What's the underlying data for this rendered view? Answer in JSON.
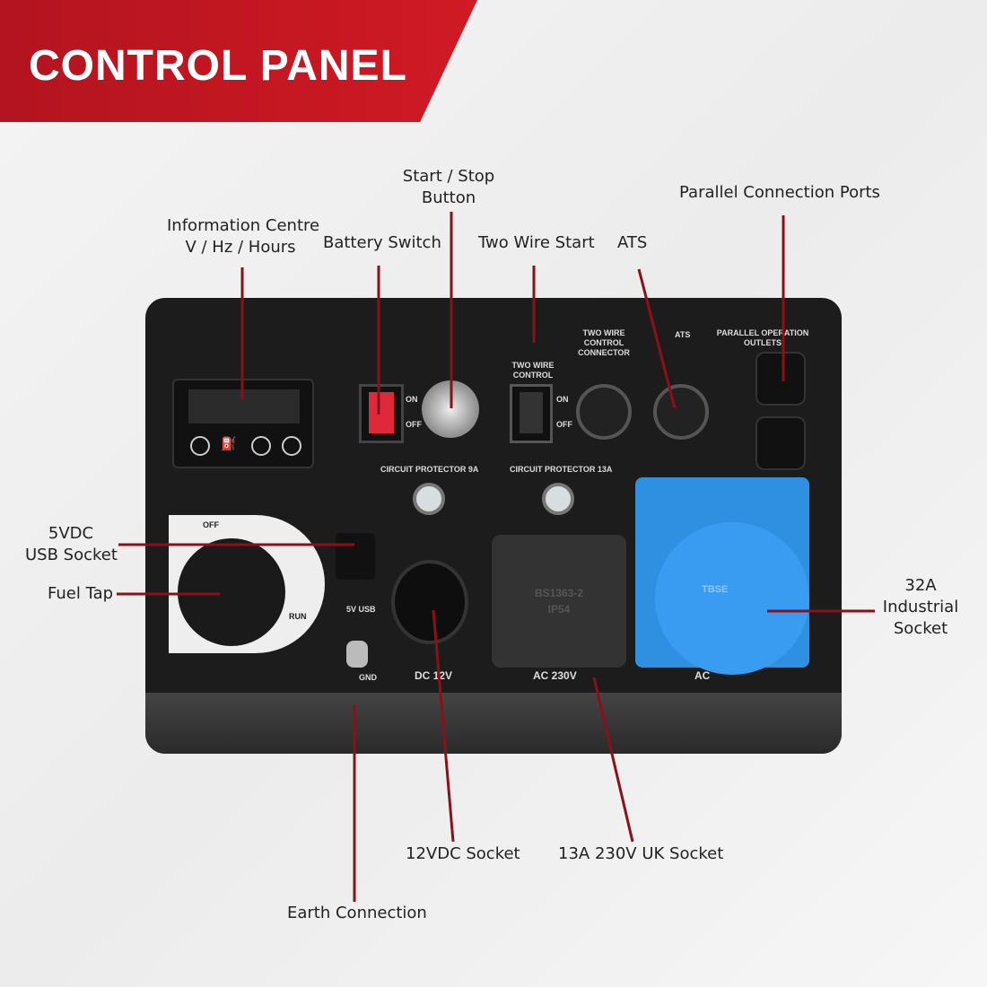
{
  "title": "CONTROL PANEL",
  "callouts": {
    "info_1": "Information Centre",
    "info_2": "V / Hz / Hours",
    "battery": "Battery Switch",
    "start_1": "Start / Stop",
    "start_2": "Button",
    "two_wire": "Two Wire Start",
    "ats": "ATS",
    "parallel": "Parallel Connection Ports",
    "usb_1": "5VDC",
    "usb_2": "USB Socket",
    "fuel": "Fuel Tap",
    "ind_1": "32A",
    "ind_2": "Industrial",
    "ind_3": "Socket",
    "dc": "12VDC Socket",
    "uk": "13A 230V UK Socket",
    "earth": "Earth Connection"
  },
  "panel": {
    "on": "ON",
    "off": "OFF",
    "two_wire_control": "TWO WIRE CONTROL",
    "two_wire_connector": "TWO WIRE CONTROL CONNECTOR",
    "ats": "ATS",
    "parallel": "PARALLEL OPERATION OUTLETS",
    "cp9": "CIRCUIT PROTECTOR 9A",
    "cp13": "CIRCUIT PROTECTOR 13A",
    "fuel_off": "OFF",
    "fuel_run": "RUN",
    "usb": "5V USB",
    "gnd": "GND",
    "dc": "DC 12V",
    "ac": "AC 230V",
    "ac2": "AC",
    "cover_1": "BS1363-2",
    "cover_2": "IP54",
    "brand": "TBSE"
  }
}
